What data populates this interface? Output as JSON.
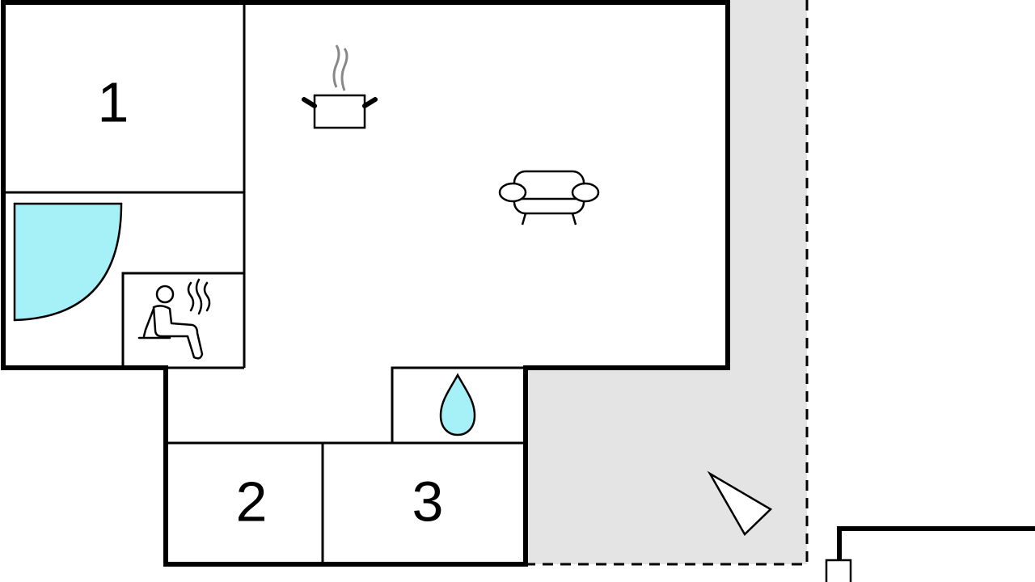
{
  "floor_plan": {
    "rooms": [
      {
        "id": "bedroom-1",
        "label": "1"
      },
      {
        "id": "bedroom-2",
        "label": "2"
      },
      {
        "id": "bedroom-3",
        "label": "3"
      }
    ],
    "symbols": [
      {
        "id": "kitchen",
        "icon": "cooking-pot-icon"
      },
      {
        "id": "living-room",
        "icon": "sofa-icon"
      },
      {
        "id": "shower",
        "icon": "shower-icon"
      },
      {
        "id": "sauna",
        "icon": "sauna-icon"
      },
      {
        "id": "utility",
        "icon": "water-drop-icon"
      },
      {
        "id": "orientation",
        "icon": "north-arrow-icon"
      }
    ],
    "colors": {
      "wall": "#000000",
      "terrace": "#e4e4e4",
      "water": "#a6f0f7",
      "icon_steam": "#888888"
    }
  }
}
